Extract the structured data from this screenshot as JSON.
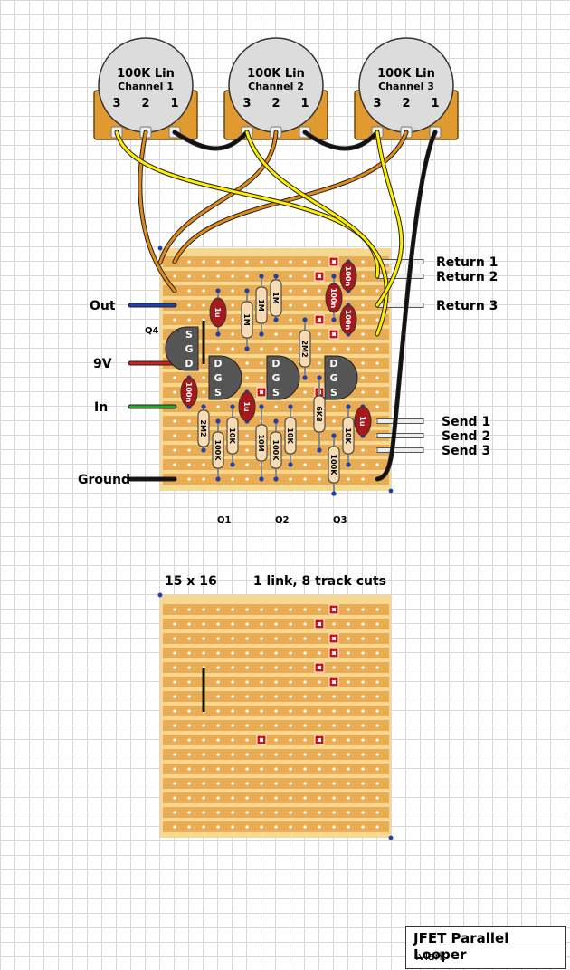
{
  "pots": [
    {
      "value": "100K Lin",
      "label": "Channel 1",
      "pins": [
        "3",
        "2",
        "1"
      ]
    },
    {
      "value": "100K Lin",
      "label": "Channel 2",
      "pins": [
        "3",
        "2",
        "1"
      ]
    },
    {
      "value": "100K Lin",
      "label": "Channel 3",
      "pins": [
        "3",
        "2",
        "1"
      ]
    }
  ],
  "left_labels": {
    "out": "Out",
    "nine_v": "9V",
    "in": "In",
    "ground": "Ground",
    "q4": "Q4"
  },
  "right_labels": {
    "returns": [
      "Return 1",
      "Return 2",
      "Return 3"
    ],
    "sends": [
      "Send 1",
      "Send 2",
      "Send 3"
    ]
  },
  "transistors": [
    {
      "name": "Q1",
      "pins": [
        "D",
        "G",
        "S"
      ]
    },
    {
      "name": "Q2",
      "pins": [
        "D",
        "G",
        "S"
      ]
    },
    {
      "name": "Q3",
      "pins": [
        "D",
        "G",
        "S"
      ]
    },
    {
      "name": "Q4",
      "pins": [
        "S",
        "G",
        "D"
      ]
    }
  ],
  "components": {
    "resistors": [
      "1M",
      "1M",
      "1M",
      "2M2",
      "2M2",
      "10K",
      "100K",
      "10M",
      "100K",
      "10K",
      "6K8",
      "10K",
      "100K"
    ],
    "capacitors": [
      "1u",
      "100n",
      "100n",
      "100n",
      "1u",
      "100n",
      "1u"
    ]
  },
  "board_info": {
    "size": "15 x 16",
    "summary": "1 link, 8 track cuts"
  },
  "title": {
    "main": "JFET Parallel Looper",
    "author": "IvIark"
  },
  "colors": {
    "board": "#e8ac54",
    "board_edge": "#f6d890",
    "pot_body": "#e09a30",
    "wire_black": "#111111",
    "wire_yellow": "#ffee00",
    "wire_orange": "#e08a1a",
    "wire_blue": "#1f3fb0",
    "wire_red": "#d21f1f",
    "wire_green": "#27a827",
    "cap_red": "#a5191c",
    "transistor": "#555555",
    "cut": "#d01010"
  }
}
